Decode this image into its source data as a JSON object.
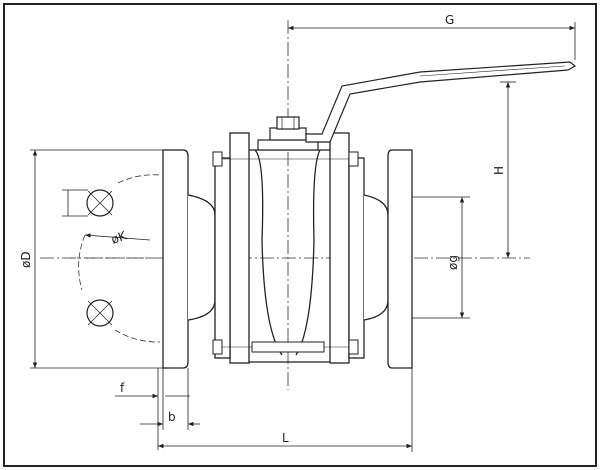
{
  "labels": {
    "G": "G",
    "H": "H",
    "D": "øD",
    "K": "øK",
    "g": "øg",
    "f": "f",
    "b": "b",
    "L": "L"
  }
}
